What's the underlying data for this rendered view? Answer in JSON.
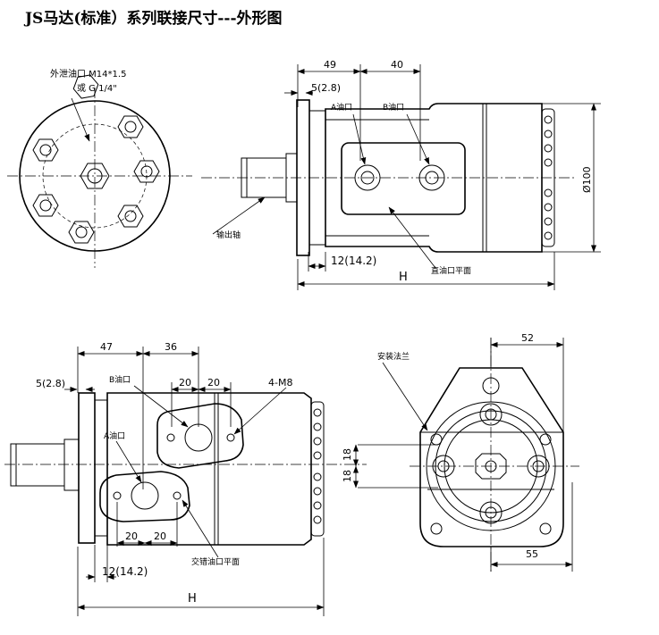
{
  "title": "JS马达(标准）系列联接尺寸---外形图",
  "views": {
    "front": {
      "callout_port_line1": "外泄油口 M14*1.5",
      "callout_port_line2": "或 G 1/4\""
    },
    "side_top": {
      "dim_49": "49",
      "dim_40": "40",
      "dim_5": "5(2.8)",
      "port_a": "A油口",
      "port_b": "B油口",
      "output_shaft": "输出轴",
      "dim_12": "12(14.2)",
      "straight_face": "直油口平面",
      "dim_h": "H",
      "dim_dia": "Ø100"
    },
    "side_bottom": {
      "dim_47": "47",
      "dim_36": "36",
      "dim_5": "5(2.8)",
      "port_b": "B油口",
      "dim_20a": "20",
      "dim_20b": "20",
      "bolt": "4-M8",
      "port_a": "A油口",
      "dim_20c": "20",
      "dim_20d": "20",
      "cross_face": "交错油口平面",
      "dim_12": "12(14.2)",
      "dim_h": "H"
    },
    "flange": {
      "dim_52": "52",
      "mount_flange": "安装法兰",
      "dim_18a": "18",
      "dim_18b": "18",
      "dim_55": "55"
    }
  }
}
